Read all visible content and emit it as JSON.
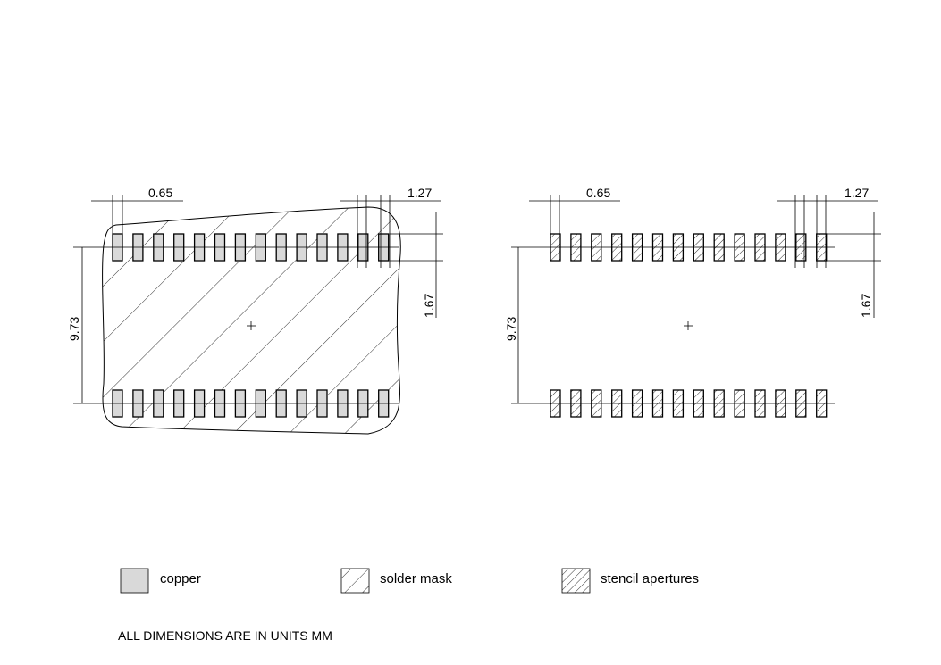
{
  "views": [
    {
      "id": "left",
      "layers": [
        "copper",
        "solder_mask"
      ],
      "dimensions": {
        "pitch": "0.65",
        "pad_length": "1.27",
        "pad_width": "1.67",
        "row_span": "9.73"
      }
    },
    {
      "id": "right",
      "layers": [
        "stencil_apertures"
      ],
      "dimensions": {
        "pitch": "0.65",
        "pad_length": "1.27",
        "pad_width": "1.67",
        "row_span": "9.73"
      }
    }
  ],
  "pads_per_row": 14,
  "rows": 2,
  "legend": {
    "copper": "copper",
    "solder_mask": "solder mask",
    "stencil_apertures": "stencil apertures"
  },
  "colors": {
    "copper_fill": "#d9d9d9",
    "line": "#000000"
  },
  "note": "ALL DIMENSIONS ARE IN UNITS MM"
}
